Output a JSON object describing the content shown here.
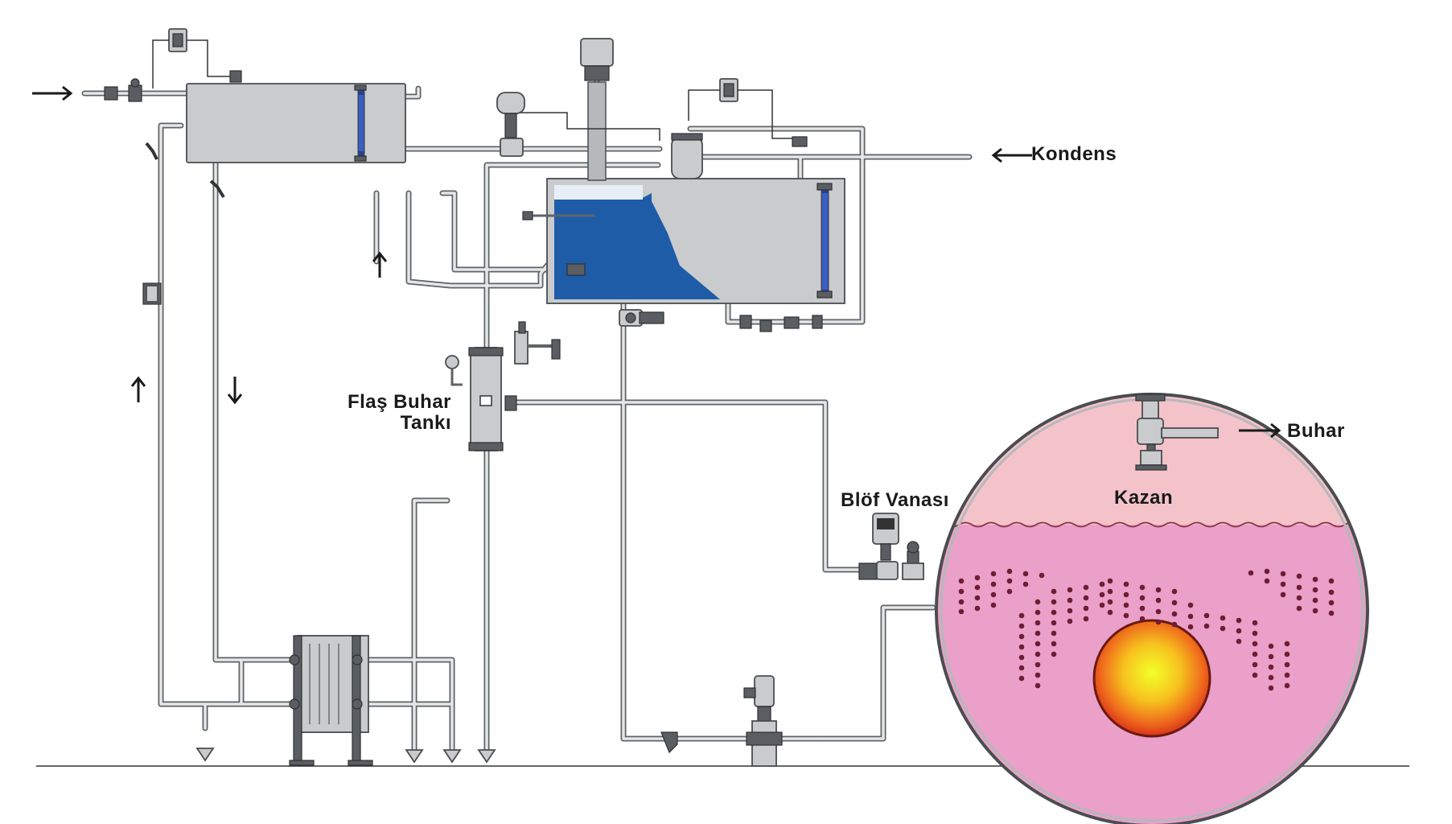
{
  "labels": {
    "kondens": "Kondens",
    "flash_tank_line1": "Flaş Buhar",
    "flash_tank_line2": "Tankı",
    "blowdown_valve": "Blöf Vanası",
    "boiler": "Kazan",
    "steam": "Buhar"
  },
  "colors": {
    "water": "#1f5ca8",
    "boiler_steam_space": "#f4c3c9",
    "boiler_water": "#eaa0c8",
    "tank_metal": "#c9cbcd",
    "pipe": "#5f6366",
    "flame_core": "#f3ff2a",
    "flame_outer": "#e8391b"
  }
}
